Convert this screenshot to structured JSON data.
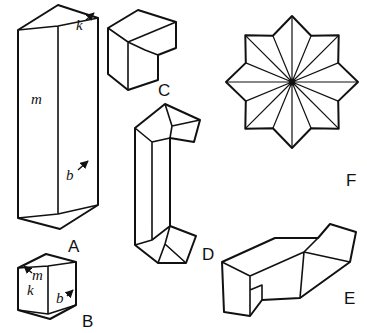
{
  "diagram": {
    "labels": [
      "k",
      "m",
      "b",
      "A",
      "m",
      "k",
      "b",
      "B",
      "C",
      "D",
      "E",
      "F"
    ]
  }
}
